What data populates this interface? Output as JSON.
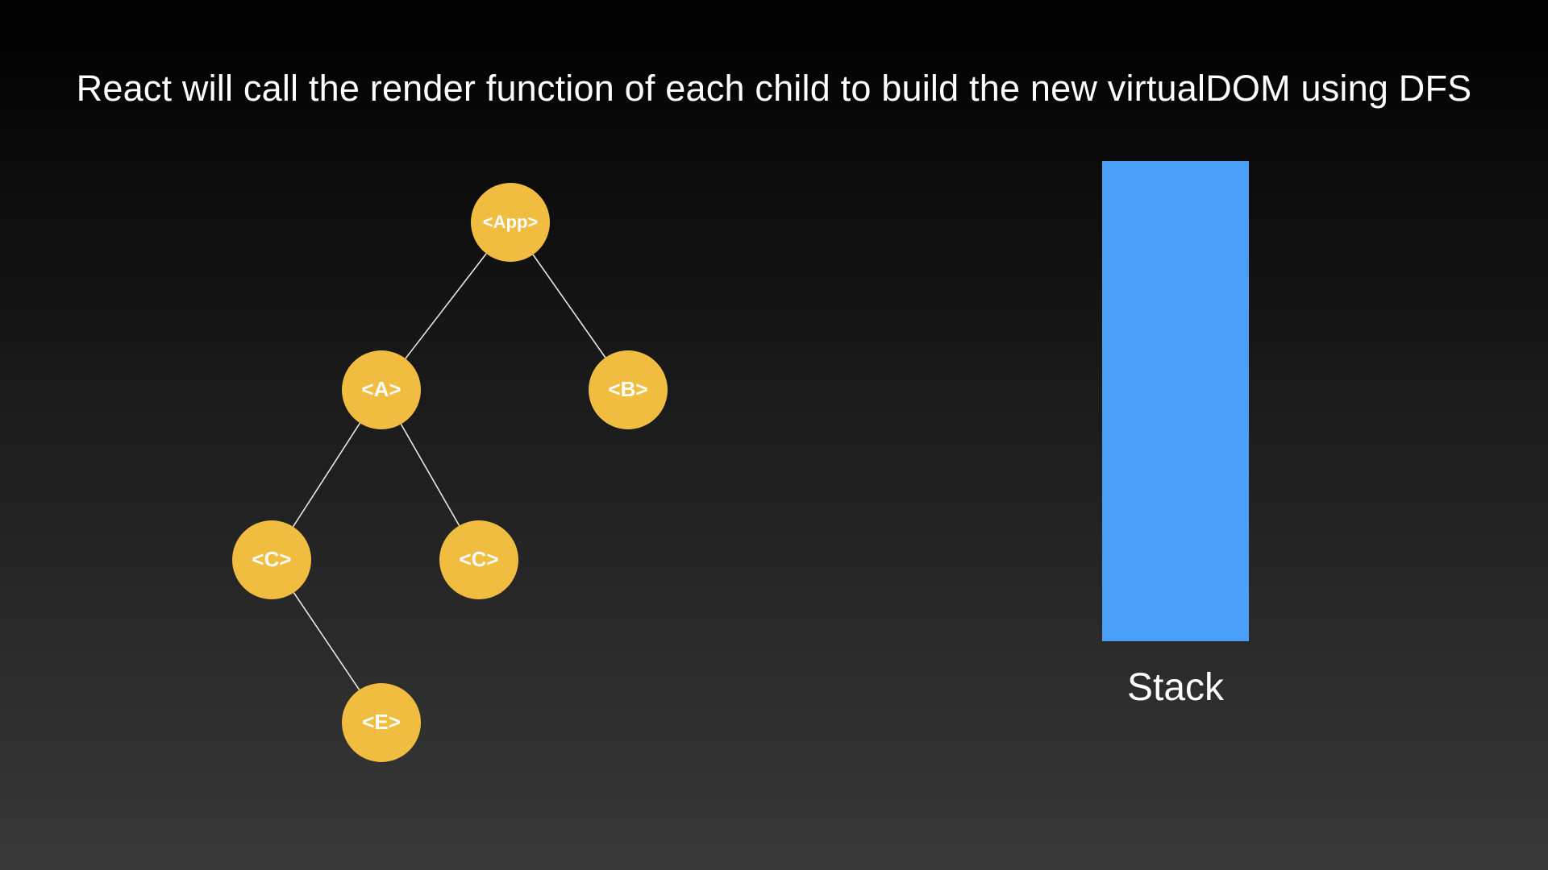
{
  "title": "React will call the render function of each child to build the new virtualDOM using DFS",
  "colors": {
    "node_fill": "#f0bd40",
    "edge": "#e6e6e6",
    "stack_fill": "#4aa0f7",
    "text": "#ffffff"
  },
  "tree": {
    "nodes": [
      {
        "id": "app",
        "label": "<App>"
      },
      {
        "id": "a",
        "label": "<A>"
      },
      {
        "id": "b",
        "label": "<B>"
      },
      {
        "id": "c1",
        "label": "<C>"
      },
      {
        "id": "c2",
        "label": "<C>"
      },
      {
        "id": "e",
        "label": "<E>"
      }
    ],
    "edges": [
      {
        "from": "app",
        "to": "a"
      },
      {
        "from": "app",
        "to": "b"
      },
      {
        "from": "a",
        "to": "c1"
      },
      {
        "from": "a",
        "to": "c2"
      },
      {
        "from": "c1",
        "to": "e"
      }
    ]
  },
  "stack": {
    "label": "Stack"
  }
}
